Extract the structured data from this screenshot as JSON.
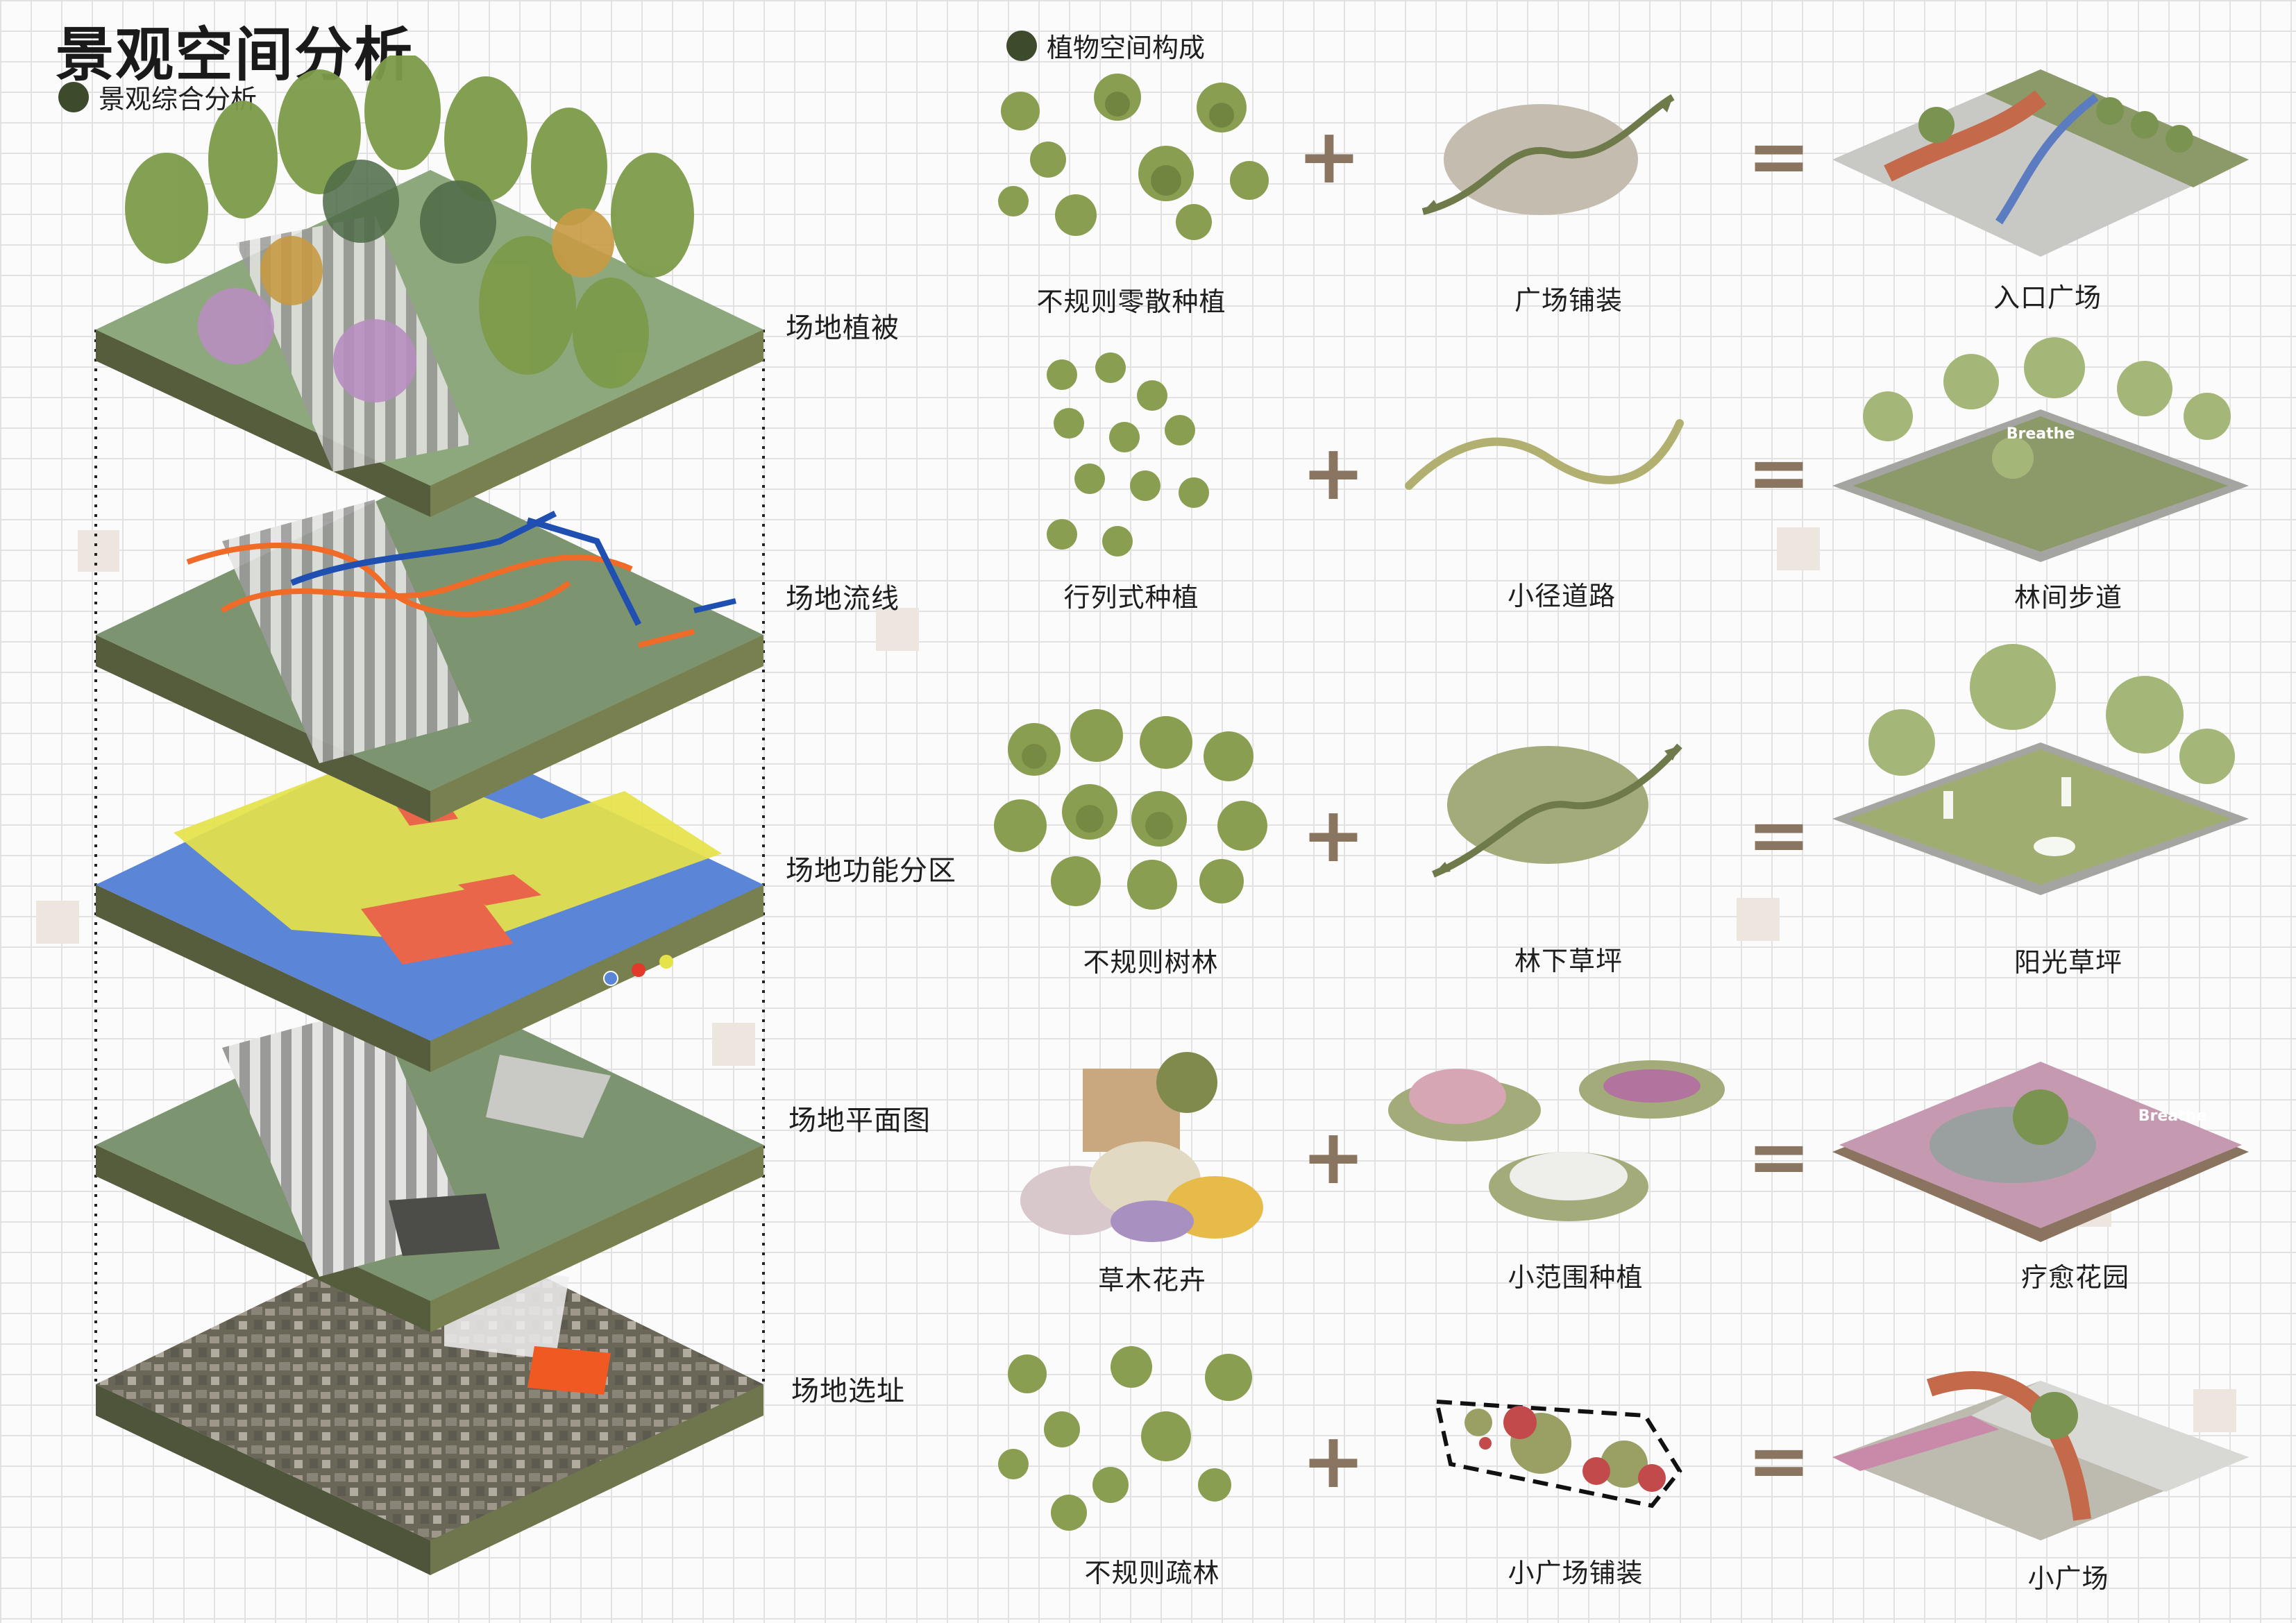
{
  "title": "景观空间分析",
  "legend_left": "景观综合分析",
  "legend_right": "植物空间构成",
  "layers": [
    {
      "id": "vegetation",
      "label": "场地植被"
    },
    {
      "id": "circulation",
      "label": "场地流线"
    },
    {
      "id": "zoning",
      "label": "场地功能分区"
    },
    {
      "id": "plan",
      "label": "场地平面图"
    },
    {
      "id": "site",
      "label": "场地选址"
    }
  ],
  "rows": [
    {
      "plant": "不规则零散种植",
      "surface": "广场铺装",
      "result": "入口广场"
    },
    {
      "plant": "行列式种植",
      "surface": "小径道路",
      "result": "林间步道"
    },
    {
      "plant": "不规则树林",
      "surface": "林下草坪",
      "result": "阳光草坪"
    },
    {
      "plant": "草木花卉",
      "surface": "小范围种植",
      "result": "疗愈花园"
    },
    {
      "plant": "不规则疏林",
      "surface": "小广场铺装",
      "result": "小广场"
    }
  ],
  "operators": {
    "plus": "+",
    "equals": "="
  },
  "image_text": "Breathe",
  "colors": {
    "accent": "#3e4a2c",
    "operator": "#8a7560",
    "grass": "#8c9a6a",
    "water": "#5b86d8",
    "zone_yellow": "#e6e24a",
    "zone_red": "#e9664a"
  }
}
